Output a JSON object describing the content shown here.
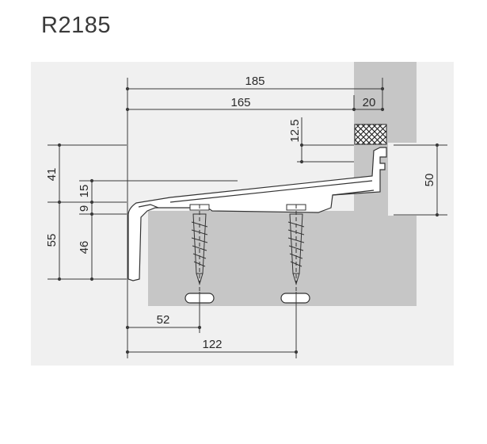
{
  "title": "R2185",
  "dimensions": {
    "top_overall": "185",
    "top_main": "165",
    "top_right": "20",
    "height_small": "12.5",
    "left_41": "41",
    "left_55": "55",
    "left_46": "46",
    "left_9": "9",
    "left_15": "15",
    "right_50": "50",
    "bottom_52": "52",
    "bottom_122": "122"
  },
  "colors": {
    "panel": "#f0f0f0",
    "wall": "#c6c6c6",
    "line": "#3a3a3a",
    "profile_fill": "#ffffff"
  }
}
